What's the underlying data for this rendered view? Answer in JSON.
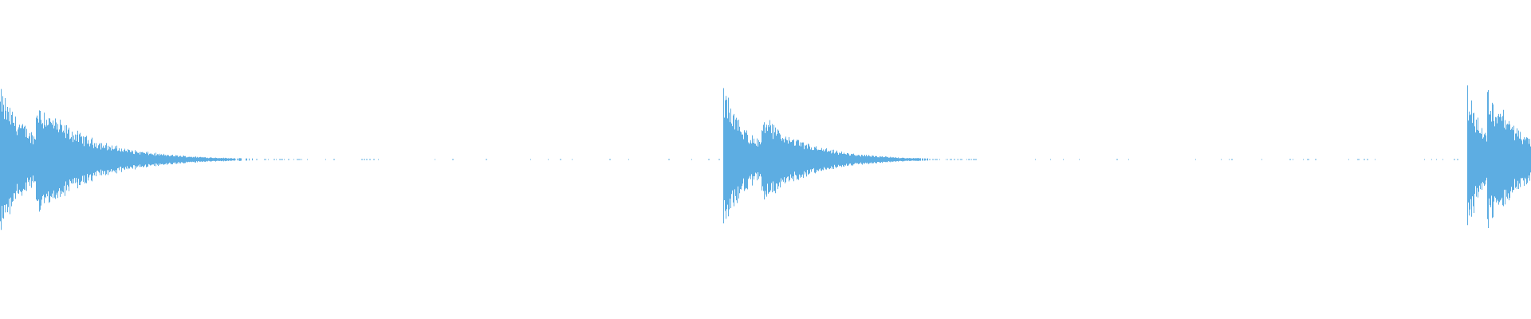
{
  "waveform": {
    "color": "#5DADE2",
    "background": "#ffffff",
    "duration_fraction_shown": 1.0,
    "peak_level": 0.35,
    "noise_floor": 0.01,
    "transients": [
      {
        "at": 0.0,
        "peak": 0.35,
        "decay": 0.022
      },
      {
        "at": 0.023,
        "peak": 0.3,
        "decay": 0.035
      },
      {
        "at": 0.472,
        "peak": 0.36,
        "decay": 0.018
      },
      {
        "at": 0.497,
        "peak": 0.22,
        "decay": 0.03
      },
      {
        "at": 0.958,
        "peak": 0.38,
        "decay": 0.012
      },
      {
        "at": 0.971,
        "peak": 0.36,
        "decay": 0.02
      },
      {
        "at": 0.978,
        "peak": 0.3,
        "decay": 0.02
      }
    ]
  }
}
